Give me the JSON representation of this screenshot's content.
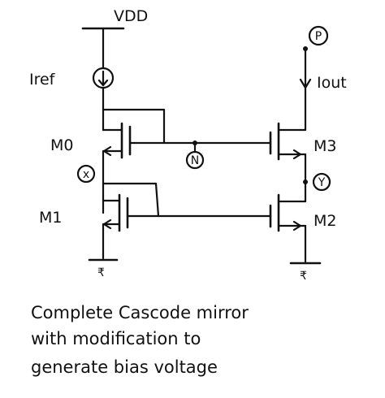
{
  "labels": {
    "vdd": "VDD",
    "iref": "Iref",
    "iout": "Iout",
    "m0": "M0",
    "m1": "M1",
    "m2": "M2",
    "m3": "M3"
  },
  "nodes": {
    "p": "P",
    "n": "N",
    "x": "x",
    "y": "Y"
  },
  "caption": {
    "line1": "Complete Cascode mirror",
    "line2": "with modification to",
    "line3": "generate bias voltage"
  }
}
